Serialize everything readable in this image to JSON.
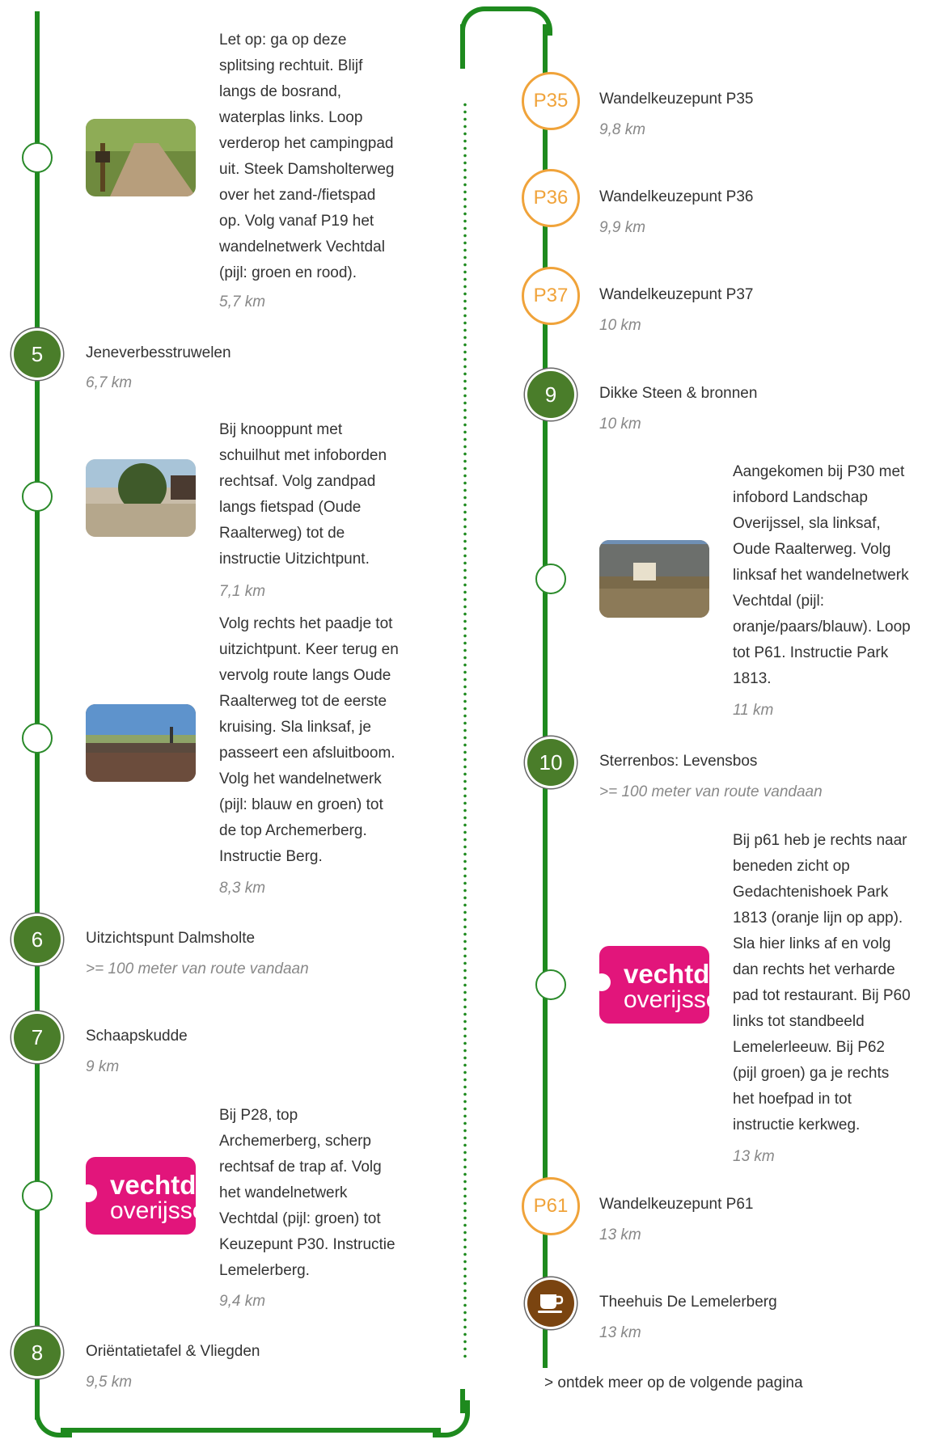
{
  "left_column": {
    "step1": {
      "text": "Let op: ga op deze\nsplitsing rechtuit.    Blijf\nlangs de bosrand,\nwaterplas links. Loop\nverderop het campingpad\nuit. Steek Damsholterweg\nover het zand-/fietspad\nop. Volg vanaf P19 het\nwandelnetwerk Vechtdal\n(pijl: groen en rood).",
      "dist": "5,7 km"
    },
    "poi5": {
      "number": "5",
      "title": "Jeneverbesstruwelen",
      "dist": "6,7 km"
    },
    "step2": {
      "text": "Bij knooppunt met\nschuilhut met infoborden\nrechtsaf. Volg zandpad\nlangs fietspad (Oude\nRaalterweg) tot de\ninstructie Uitzichtpunt.",
      "dist": "7,1 km"
    },
    "step3": {
      "text": "Volg rechts het paadje tot\nuitzichtpunt. Keer terug en\nvervolg route langs Oude\nRaalterweg  tot de eerste\nkruising.  Sla linksaf, je\npasseert een afsluitboom.\n Volg het wandelnetwerk\n(pijl: blauw en groen) tot\nde top Archemerberg.\nInstructie Berg.",
      "dist": "8,3 km"
    },
    "poi6": {
      "number": "6",
      "title": "Uitzichtspunt Dalmsholte",
      "dist": ">= 100 meter van route vandaan"
    },
    "poi7": {
      "number": "7",
      "title": "Schaapskudde",
      "dist": "9 km"
    },
    "step4": {
      "text": "Bij P28, top\nArchemerberg, scherp\nrechtsaf de trap af. Volg\nhet wandelnetwerk\nVechtdal (pijl:  groen) tot\nKeuzepunt P30. Instructie\nLemelerberg.",
      "dist": "9,4 km"
    },
    "poi8": {
      "number": "8",
      "title": "Oriëntatietafel & Vliegden",
      "dist": "9,5 km"
    }
  },
  "right_column": {
    "p35": {
      "label": "P35",
      "title": "Wandelkeuzepunt P35",
      "dist": "9,8 km"
    },
    "p36": {
      "label": "P36",
      "title": "Wandelkeuzepunt P36",
      "dist": "9,9 km"
    },
    "p37": {
      "label": "P37",
      "title": "Wandelkeuzepunt P37",
      "dist": "10 km"
    },
    "poi9": {
      "number": "9",
      "title": "Dikke Steen & bronnen",
      "dist": "10 km"
    },
    "step5": {
      "text": "Aangekomen bij P30 met\ninfobord Landschap\nOverijssel, sla linksaf,\nOude Raalterweg.  Volg\nlinksaf het wandelnetwerk\nVechtdal (pijl:\noranje/paars/blauw). Loop\ntot P61. Instructie Park\n1813.",
      "dist": "11 km"
    },
    "poi10": {
      "number": "10",
      "title": "Sterrenbos: Levensbos",
      "dist": ">= 100 meter van route vandaan"
    },
    "step6": {
      "text": "Bij p61 heb je rechts naar\nbeneden zicht op\nGedachtenishoek Park\n1813 (oranje lijn op app).\nSla hier links af en volg\ndan rechts het verharde\npad tot restaurant. Bij P60\nlinks tot standbeeld\nLemelerleeuw. Bij P62\n(pijl groen) ga je rechts\nhet hoefpad in tot\ninstructie kerkweg.",
      "dist": "13 km"
    },
    "p61": {
      "label": "P61",
      "title": "Wandelkeuzepunt P61",
      "dist": "13 km"
    },
    "cafe": {
      "title": "Theehuis De Lemelerberg",
      "dist": "13 km",
      "icon": "coffee-cup-icon"
    }
  },
  "logo": {
    "line1": "vechtdal",
    "line2": "overijssel"
  },
  "footer": "> ontdek meer op de volgende pagina",
  "colors": {
    "route": "#1e8a1e",
    "poi": "#4a7d2a",
    "keuzepunt": "#f0a33a",
    "cafe": "#7a4410",
    "logo": "#e2157b"
  }
}
